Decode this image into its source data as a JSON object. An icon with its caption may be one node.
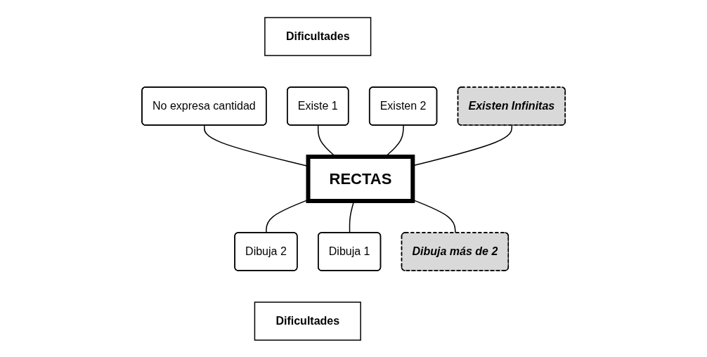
{
  "diagram": {
    "nodes": [
      {
        "text": [
          "Dificultades"
        ]
      },
      {
        "text": [
          "No expresa cantidad"
        ]
      },
      {
        "text": [
          "Existe 1"
        ]
      },
      {
        "text": [
          "Existen 2"
        ]
      },
      {
        "text": [
          "Existen Infinitas"
        ]
      },
      {
        "text": [
          "RECTAS"
        ]
      },
      {
        "text": [
          "Dibuja 1"
        ]
      },
      {
        "text": [
          "Dibuja 2"
        ]
      },
      {
        "text": [
          "Dibuja más de 2"
        ]
      },
      {
        "text": [
          "Dificultades"
        ]
      }
    ],
    "edges": [
      {
        "from": 1,
        "to": 5,
        "arrow": "none"
      },
      {
        "from": 2,
        "to": 5,
        "arrow": "none"
      },
      {
        "from": 3,
        "to": 5,
        "arrow": "none"
      },
      {
        "from": 4,
        "to": 5,
        "arrow": "none"
      },
      {
        "from": 5,
        "to": 6,
        "arrow": "none"
      },
      {
        "from": 5,
        "to": 7,
        "arrow": "none"
      },
      {
        "from": 5,
        "to": 8,
        "arrow": "none"
      }
    ]
  }
}
